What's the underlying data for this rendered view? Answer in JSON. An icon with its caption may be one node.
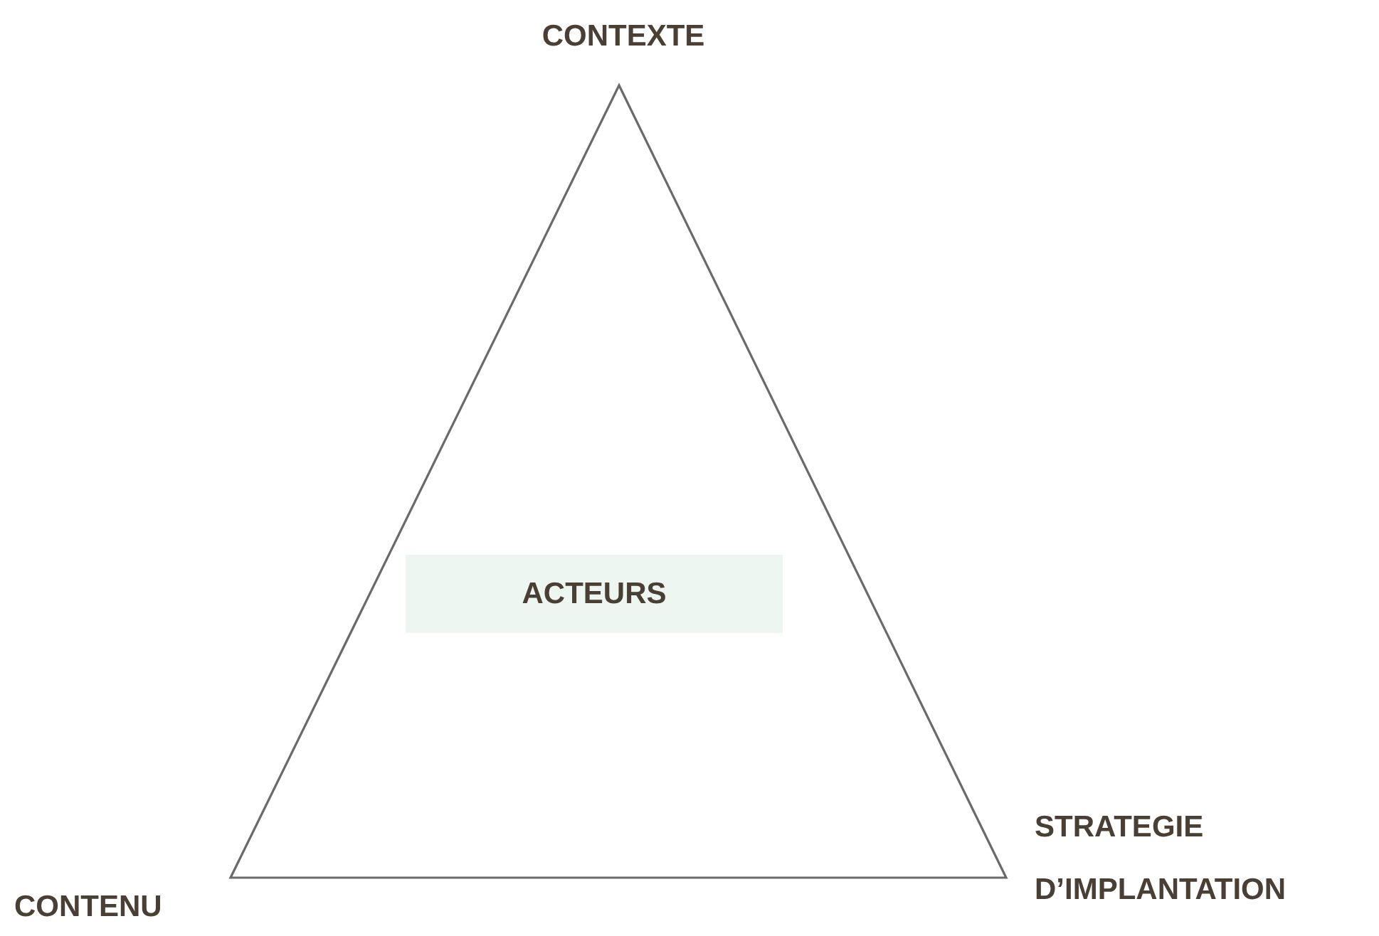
{
  "diagram": {
    "nodes": [
      {
        "text": [
          "ACTEURS"
        ]
      }
    ],
    "labels": [
      "CONTEXTE",
      "CONTENU",
      "STRATEGIE D’IMPLANTATION"
    ]
  }
}
